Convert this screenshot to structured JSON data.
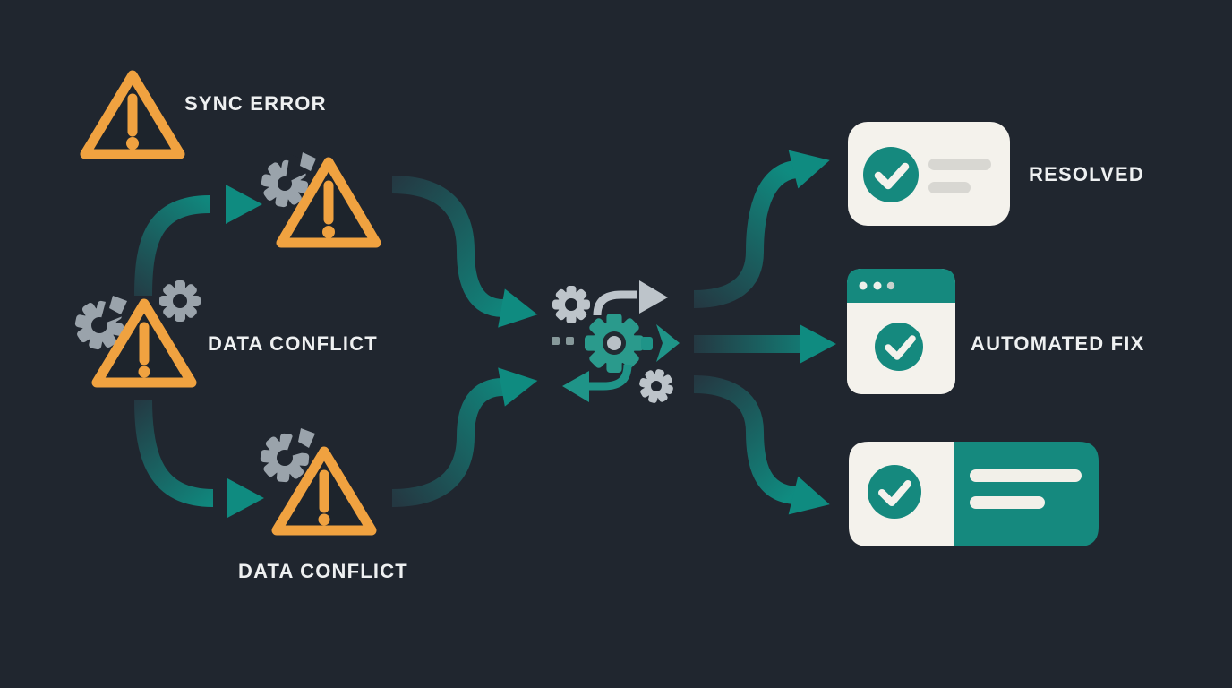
{
  "labels": {
    "sync_error": "SYNC ERROR",
    "data_conflict_source": "DATA CONFLICT",
    "data_conflict_item": "DATA CONFLICT",
    "resolved": "RESOLVED",
    "automated_fix": "AUTOMATED FIX"
  },
  "icons": {
    "sync_error_source": "warning-triangle-icon",
    "sync_error_item": "warning-triangle-broken-gear-icon",
    "data_conflict_source": "warning-triangle-gears-icon",
    "data_conflict_item": "warning-triangle-broken-gear-icon",
    "processor": "gears-sync-icon",
    "resolved_output": "card-check-text-lines-icon",
    "automated_fix_output": "browser-window-check-icon",
    "result_banner": "banner-check-text-lines-icon"
  },
  "edges": [
    {
      "from": "data-conflict-source",
      "to": "sync-error-item"
    },
    {
      "from": "data-conflict-source",
      "to": "data-conflict-item"
    },
    {
      "from": "sync-error-item",
      "to": "processor"
    },
    {
      "from": "data-conflict-item",
      "to": "processor"
    },
    {
      "from": "processor",
      "to": "resolved-card"
    },
    {
      "from": "processor",
      "to": "automated-fix-card"
    },
    {
      "from": "processor",
      "to": "result-banner"
    }
  ],
  "colors": {
    "background": "#20262f",
    "teal": "#15897e",
    "teal_bright": "#0f8b80",
    "teal_gear": "#2a9a8c",
    "orange": "#f0a240",
    "gear_gray": "#9aa3ab",
    "gear_light_gray": "#bdc4ca",
    "card_bg": "#f4f2ec",
    "bar_gray": "#d8d7d2",
    "text": "#eef0f1"
  }
}
